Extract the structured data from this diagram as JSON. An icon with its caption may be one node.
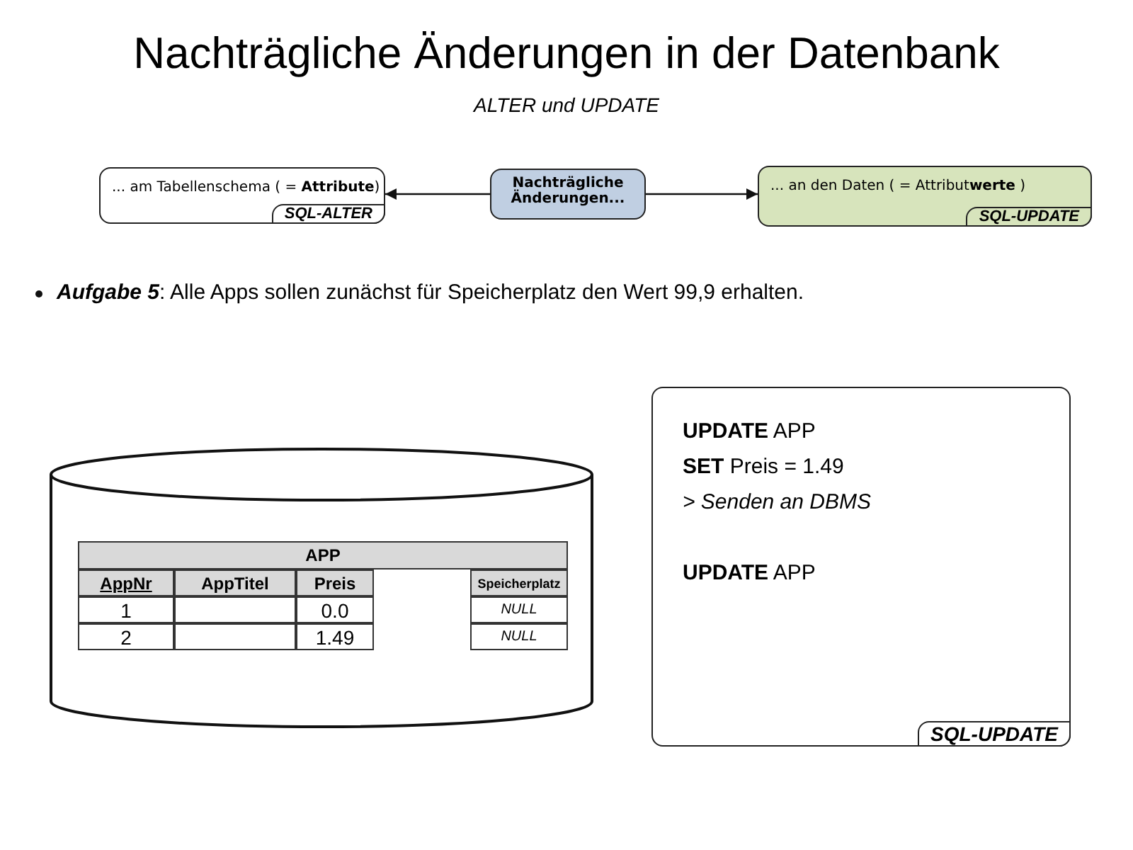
{
  "diagram": {
    "title": "Nachträgliche Änderungen in der Datenbank",
    "nodes": [
      {
        "text": [
          "... am Tabellenschema ( = **Attribute**)",
          "SQL-ALTER"
        ]
      },
      {
        "text": [
          "Nachträgliche Änderungen..."
        ]
      },
      {
        "text": [
          "... an den Daten ( = Attribut**werte** )",
          "SQL-UPDATE"
        ]
      },
      {
        "text": [
          "**UPDATE** APP",
          "**SET** Preis = 1.49",
          "> Senden an DBMS",
          "**UPDATE** APP",
          "SQL-UPDATE"
        ]
      }
    ],
    "edges": [
      {
        "from": 1,
        "to": 0,
        "arrow": "to"
      },
      {
        "from": 1,
        "to": 2,
        "arrow": "to"
      }
    ],
    "labels": [
      "ALTER und UPDATE",
      "**Aufgabe 5**: Alle Apps sollen zunächst für Speicherplatz den Wert 99,9 erhalten.",
      "APP",
      "AppNr",
      "AppTitel",
      "Preis",
      "Speicherplatz",
      "1",
      "0.0",
      "NULL",
      "2",
      "1.49",
      "NULL"
    ]
  }
}
